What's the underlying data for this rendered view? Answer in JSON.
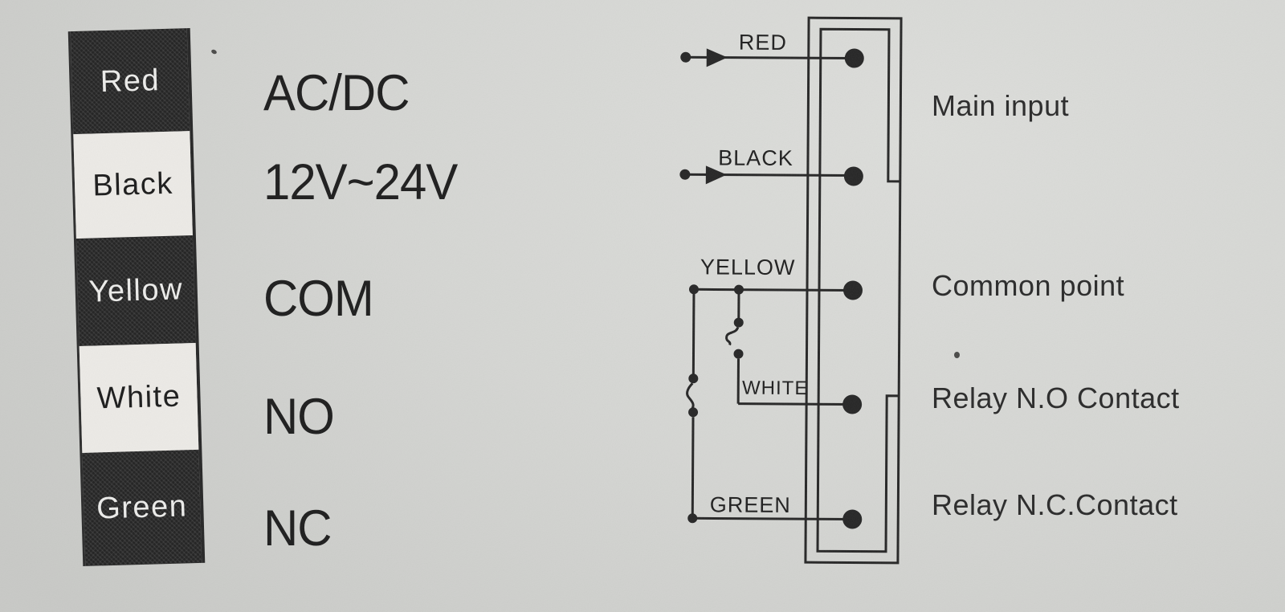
{
  "colors": {
    "paper": "#d5d6d3",
    "ink": "#262626",
    "table_black_cell": "#212121",
    "table_white_cell": "#eceae6"
  },
  "wire_table": {
    "rows": [
      {
        "color_name": "Red",
        "swatch": "black",
        "label": "AC/DC"
      },
      {
        "color_name": "Black",
        "swatch": "white",
        "label": "12V~24V"
      },
      {
        "color_name": "Yellow",
        "swatch": "black",
        "label": "COM"
      },
      {
        "color_name": "White",
        "swatch": "white",
        "label": "NO"
      },
      {
        "color_name": "Green",
        "swatch": "black",
        "label": "NC"
      }
    ]
  },
  "schematic": {
    "wire_labels": {
      "red": "RED",
      "black": "BLACK",
      "yellow": "YELLOW",
      "white": "WHITE",
      "green": "GREEN"
    },
    "captions": {
      "main_input": "Main input",
      "common_point": "Common point",
      "relay_no": "Relay N.O Contact",
      "relay_nc": "Relay N.C.Contact"
    }
  }
}
